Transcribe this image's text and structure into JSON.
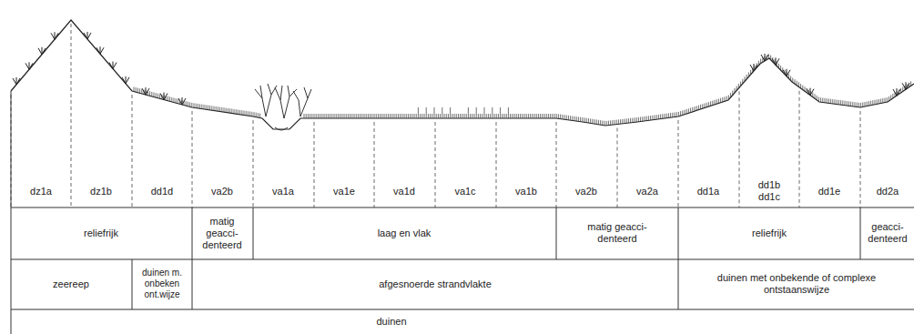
{
  "diagram": {
    "labels": [
      "dz1a",
      "dz1b",
      "dd1d",
      "va2b",
      "va1a",
      "va1e",
      "va1d",
      "va1c",
      "va1b",
      "va2b",
      "va2a",
      "dd1a",
      "dd1b dd1c",
      "dd1e",
      "dd2a",
      "reliefrijk",
      "matig geacci- denteerd",
      "laag en vlak",
      "matig geacci- denteerd",
      "reliefrijk",
      "geacci- denteerd",
      "zeereep",
      "duinen m. onbeken ont.wijze",
      "afgesnoerde strandvlakte",
      "duinen met onbekende of complexe ontstaanswijze",
      "duinen"
    ]
  }
}
